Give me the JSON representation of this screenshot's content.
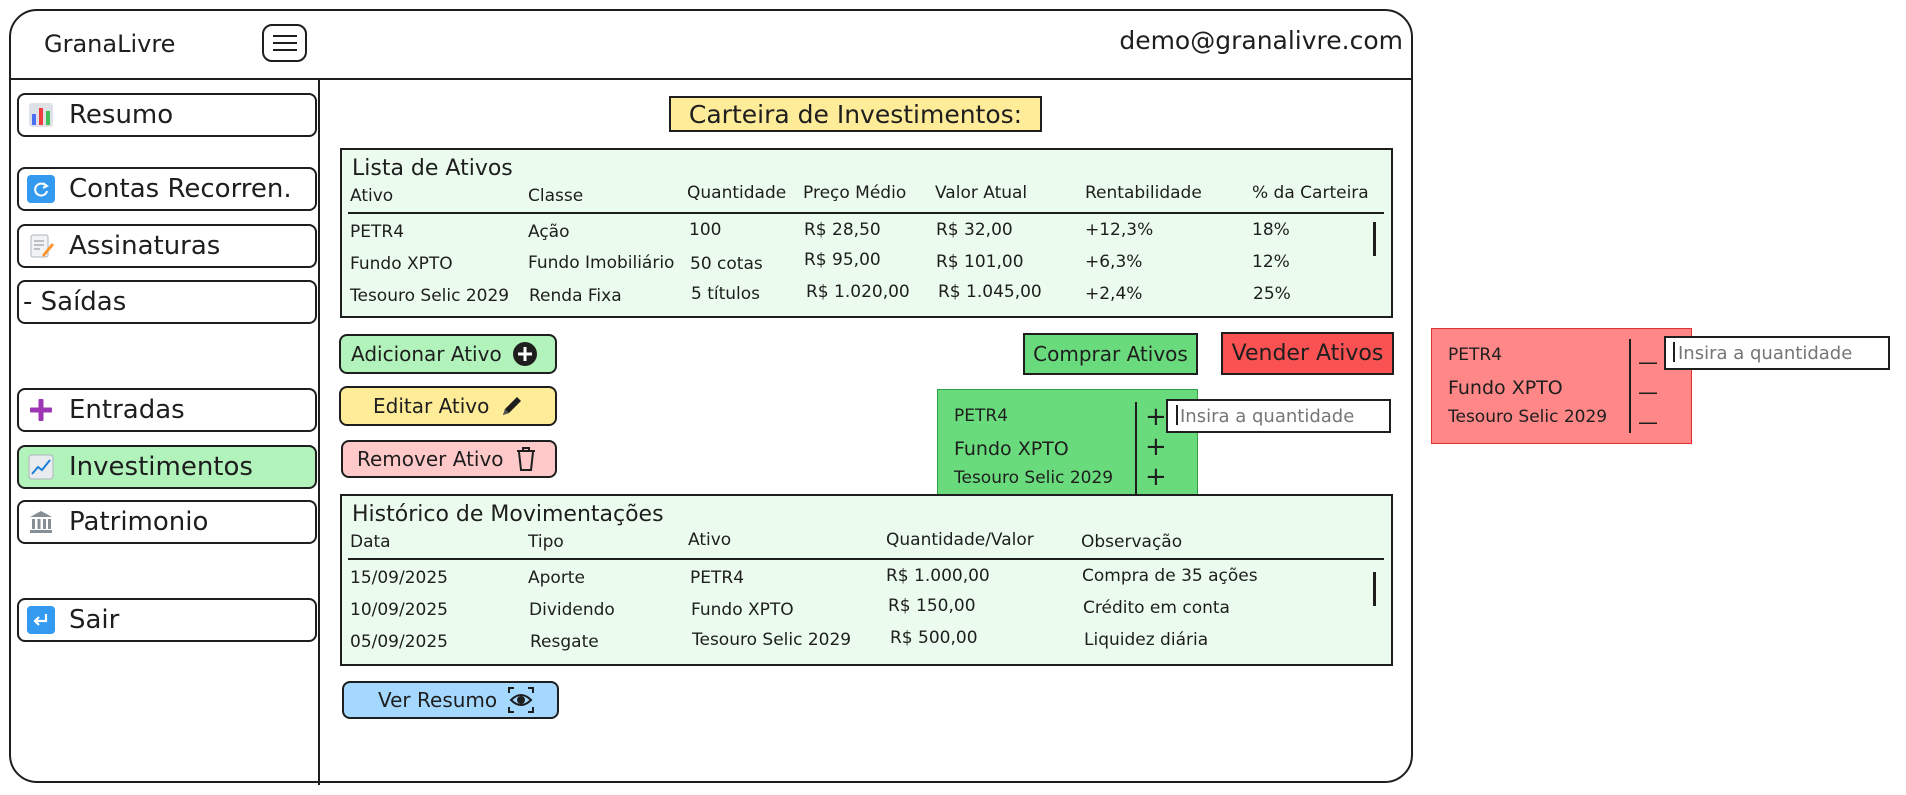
{
  "header": {
    "brand": "GranaLivre",
    "user_email": "demo@granalivre.com"
  },
  "sidebar": {
    "items": [
      {
        "label": "Resumo",
        "icon": "bar-chart-icon"
      },
      {
        "label": "Contas Recorren.",
        "icon": "refresh-icon"
      },
      {
        "label": "Assinaturas",
        "icon": "memo-icon"
      },
      {
        "label": "- Saídas",
        "icon": ""
      },
      {
        "label": "Entradas",
        "icon": "plus-icon"
      },
      {
        "label": "Investimentos",
        "icon": "trend-chart-icon",
        "active": true
      },
      {
        "label": "Patrimonio",
        "icon": "bank-icon"
      },
      {
        "label": "Sair",
        "icon": "return-arrow-icon"
      }
    ]
  },
  "main": {
    "title": "Carteira de Investimentos:",
    "assets": {
      "title": "Lista de Ativos",
      "columns": [
        "Ativo",
        "Classe",
        "Quantidade",
        "Preço Médio",
        "Valor Atual",
        "Rentabilidade",
        "% da Carteira"
      ],
      "rows": [
        [
          "PETR4",
          "Ação",
          "100",
          "R$ 28,50",
          "R$ 32,00",
          "+12,3%",
          "18%"
        ],
        [
          "Fundo XPTO",
          "Fundo Imobiliário",
          "50 cotas",
          "R$ 95,00",
          "R$ 101,00",
          "+6,3%",
          "12%"
        ],
        [
          "Tesouro Selic 2029",
          "Renda Fixa",
          "5 títulos",
          "R$ 1.020,00",
          "R$ 1.045,00",
          "+2,4%",
          "25%"
        ]
      ]
    },
    "actions": {
      "add": "Adicionar Ativo",
      "edit": "Editar Ativo",
      "remove": "Remover Ativo",
      "buy": "Comprar Ativos",
      "sell": "Vender Ativos"
    },
    "buy_dropdown": {
      "items": [
        "PETR4",
        "Fundo XPTO",
        "Tesouro Selic 2029"
      ],
      "sign": "+",
      "placeholder": "Insira a quantidade"
    },
    "sell_dropdown": {
      "items": [
        "PETR4",
        "Fundo XPTO",
        "Tesouro Selic 2029"
      ],
      "sign": "—",
      "placeholder": "Insira a quantidade"
    },
    "history": {
      "title": "Histórico de Movimentações",
      "columns": [
        "Data",
        "Tipo",
        "Ativo",
        "Quantidade/Valor",
        "Observação"
      ],
      "rows": [
        [
          "15/09/2025",
          "Aporte",
          "PETR4",
          "R$ 1.000,00",
          "Compra de 35 ações"
        ],
        [
          "10/09/2025",
          "Dividendo",
          "Fundo XPTO",
          "R$ 150,00",
          "Crédito em conta"
        ],
        [
          "05/09/2025",
          "Resgate",
          "Tesouro Selic 2029",
          "R$ 500,00",
          "Liquidez diária"
        ]
      ]
    },
    "summary_button": "Ver Resumo"
  },
  "colors": {
    "active_nav": "#b2f2bb",
    "title_bg": "#ffec99",
    "panel_bg": "#ebfbee",
    "add_btn": "#b2f2bb",
    "edit_btn": "#ffec99",
    "remove_btn": "#ffc9c9",
    "buy_btn": "#69db7c",
    "sell_btn": "#fa5252",
    "buy_dropdown": "#69db7c",
    "sell_dropdown": "#ff8787",
    "summary_btn": "#a5d8ff"
  }
}
